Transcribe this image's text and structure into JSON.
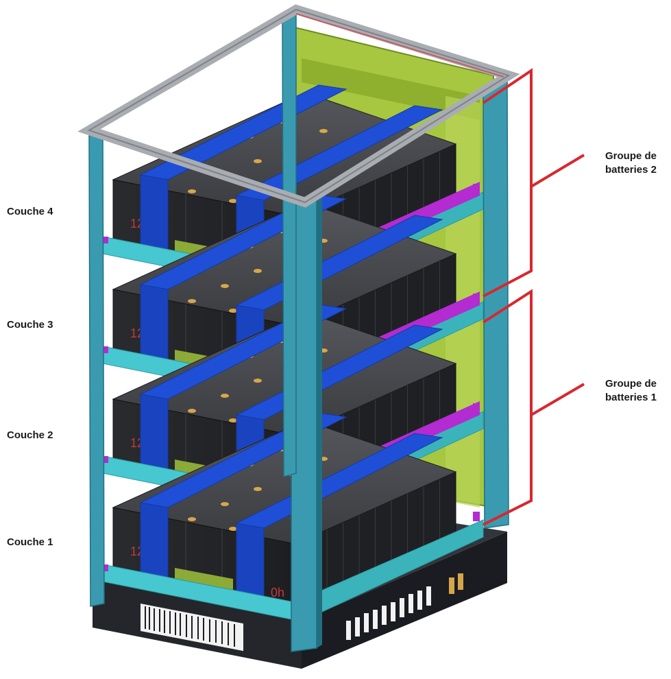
{
  "layers": [
    {
      "label": "Couche 4"
    },
    {
      "label": "Couche 3"
    },
    {
      "label": "Couche 2"
    },
    {
      "label": "Couche 1"
    }
  ],
  "groups": [
    {
      "line1": "Groupe de",
      "line2": "batteries 2"
    },
    {
      "line1": "Groupe de",
      "line2": "batteries 1"
    }
  ],
  "battery_marks": {
    "rating_a": "12",
    "rating_b": "0h"
  },
  "colors": {
    "frame": "#3a9bb0",
    "frame_dark": "#226f82",
    "top_frame": "#a9adb2",
    "battery": "#2e2f33",
    "battery_top": "#45474c",
    "strap": "#1f4fd6",
    "rail": "#b32bd1",
    "shelf": "#47c7cf",
    "back_panel": "#9fc23a",
    "base": "#23252b",
    "bracket": "#d7282f"
  }
}
